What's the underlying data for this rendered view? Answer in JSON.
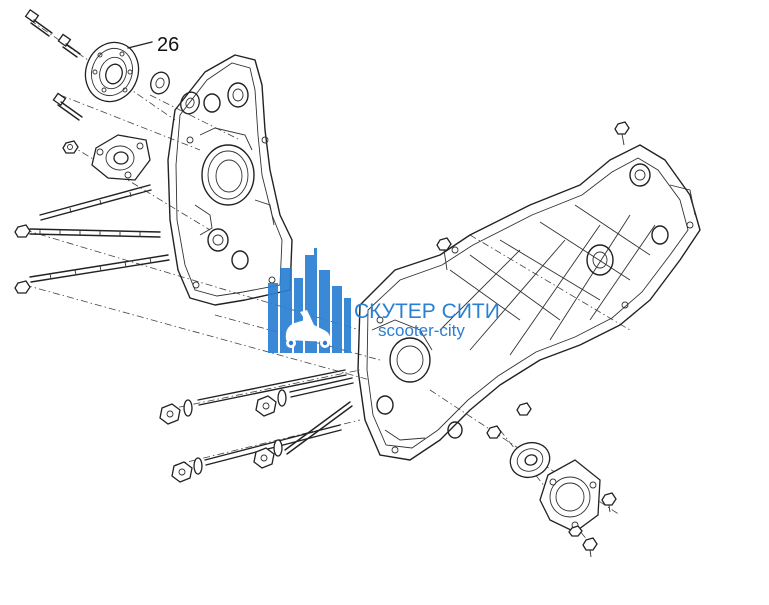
{
  "diagram": {
    "callouts": [
      {
        "label": "26"
      }
    ]
  },
  "watermark": {
    "brand_name": "СКУТЕР СИТИ",
    "brand_url": "scooter-city",
    "color": "#2a7fd4",
    "icon": "city-scooter-logo-icon"
  }
}
